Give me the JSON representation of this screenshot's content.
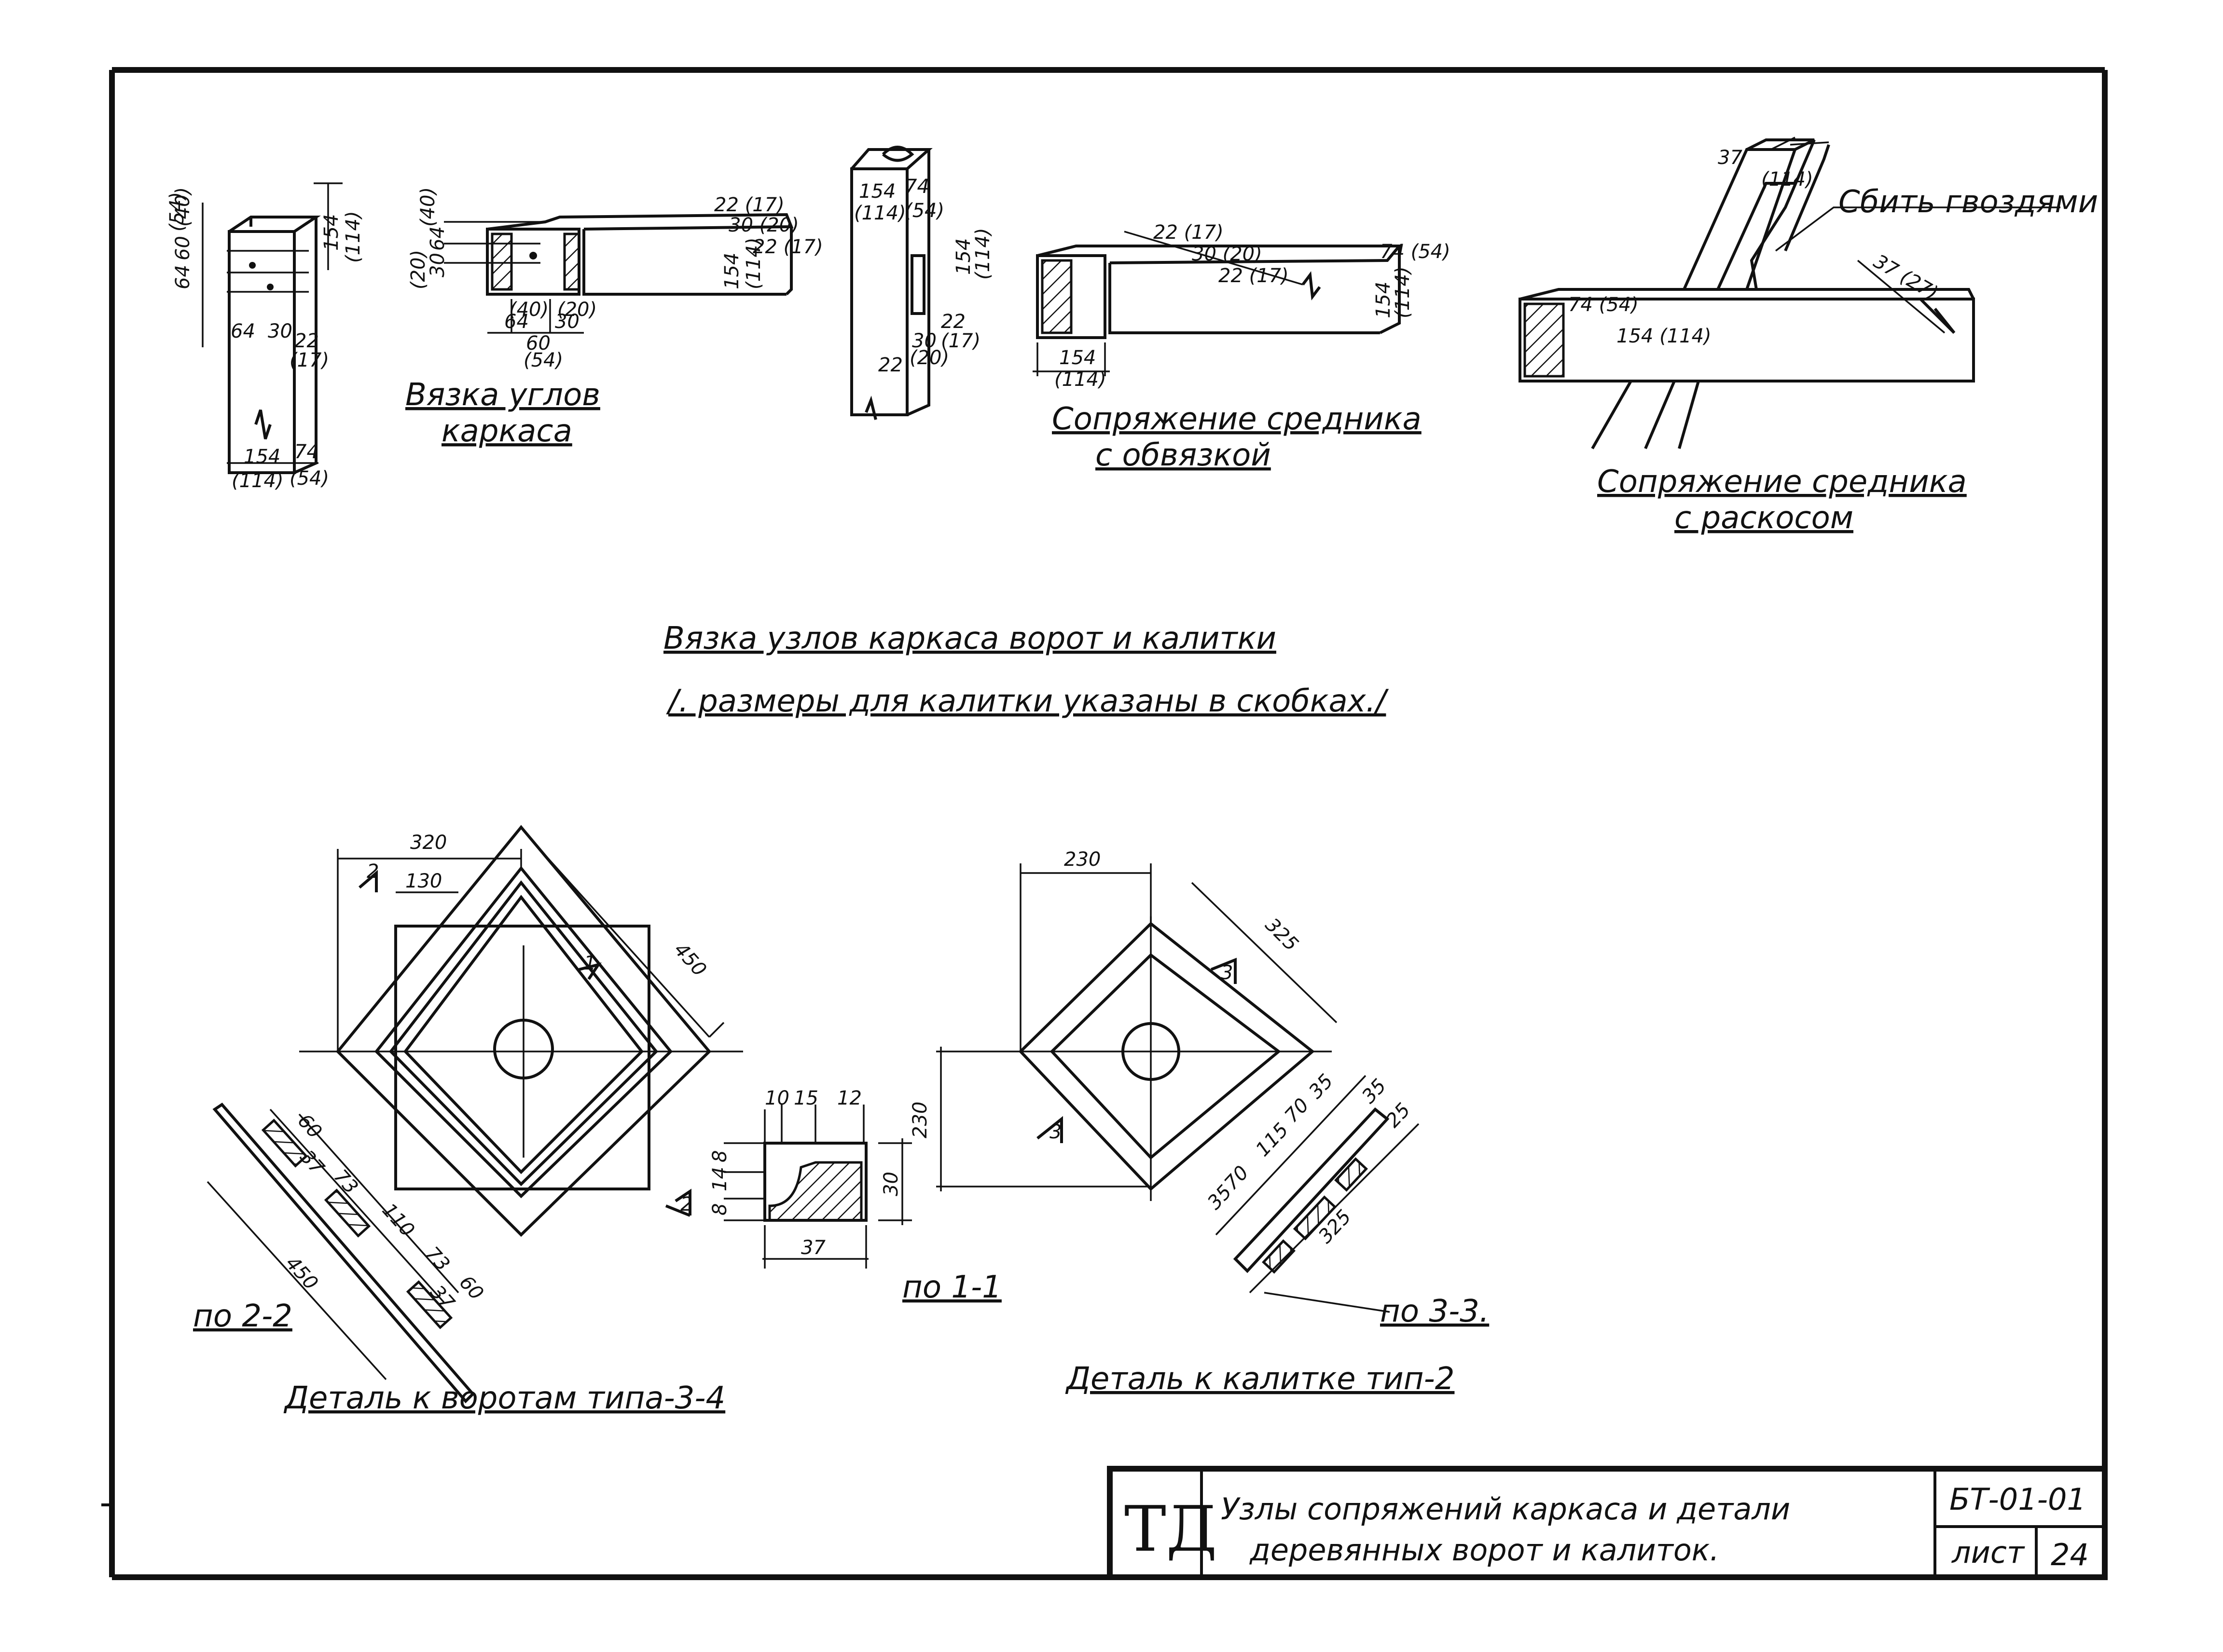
{
  "captions": {
    "corner_joint": [
      "Вязка углов",
      "каркаса"
    ],
    "mullion_rail": [
      "Сопряжение средника",
      "с обвязкой"
    ],
    "mullion_brace": [
      "Сопряжение средника",
      "с раскосом"
    ],
    "nail_note": "Сбить гвоздями",
    "main_title": "Вязка узлов каркаса ворот и калитки",
    "main_subtitle": "/. размеры для калитки указаны в скобках./"
  },
  "details": {
    "gate_caption": "Деталь к воротам типа-3-4",
    "wicket_caption": "Деталь к калитке тип-2",
    "section_2_2": "по 2-2",
    "section_1_1": "по 1-1",
    "section_3_3": "по 3-3.",
    "mark_2": "2",
    "mark_3": "3",
    "mark_1": "1"
  },
  "dims": {
    "d154": "154",
    "d114p": "(114)",
    "d74": "74",
    "d54p": "(54)",
    "d64": "64",
    "d60": "60",
    "d30": "30",
    "d22": "22",
    "d17p": "(17)",
    "d20p": "(20)",
    "d40p": "(40)",
    "d154_114": "154 (114)",
    "d74_54": "74 (54)",
    "d22_17": "22 (17)",
    "d30_20": "30 (20)",
    "d37": "37",
    "d37_27": "37 (27)",
    "d320": "320",
    "d130": "130",
    "d450": "450",
    "d230": "230",
    "d325": "325",
    "d73": "73",
    "d110": "110",
    "d10": "10",
    "d15": "15",
    "d12": "12",
    "d8": "8",
    "d14": "14",
    "d35": "35",
    "d70": "70",
    "d115": "115",
    "d25": "25",
    "d64_40": "64 (40)"
  },
  "title_block": {
    "logo": "ТД",
    "title_line1": "Узлы сопряжений каркаса и детали",
    "title_line2": "деревянных ворот и калиток.",
    "code": "БТ-01-01",
    "sheet_label": "лист",
    "sheet_number": "24"
  }
}
